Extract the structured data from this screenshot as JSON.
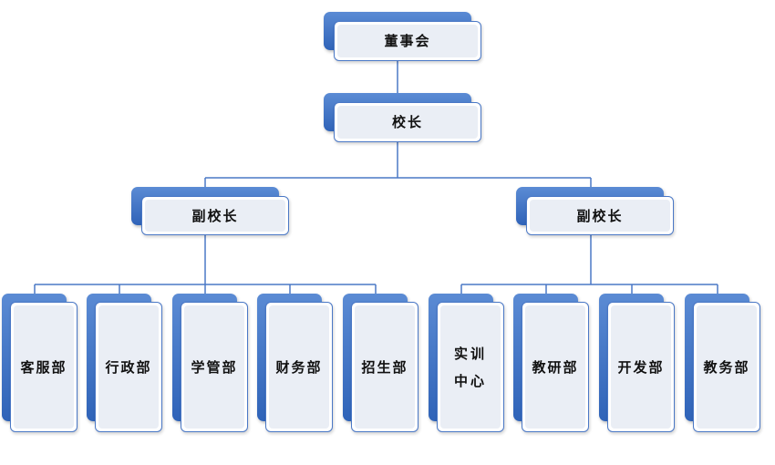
{
  "org_chart": {
    "board": "董事会",
    "principal": "校长",
    "vice_left": "副校长",
    "vice_right": "副校长",
    "depts_left": [
      "客服部",
      "行政部",
      "学管部",
      "财务部",
      "招生部"
    ],
    "depts_right": [
      "实训中心",
      "教研部",
      "开发部",
      "教务部"
    ],
    "training_center_lines": [
      "实训",
      "中心"
    ]
  },
  "colors": {
    "accent": "#3a6fc4",
    "line": "#4a78c6",
    "card_fill": "#eaeef5"
  }
}
